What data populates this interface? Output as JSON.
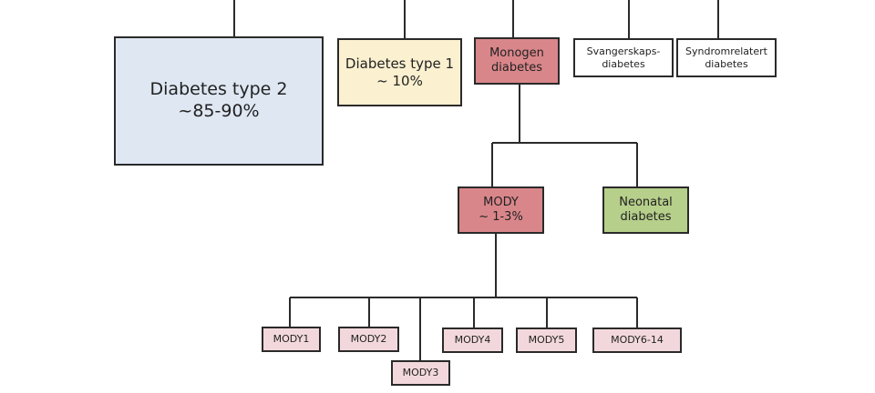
{
  "nodes": {
    "type2": {
      "line1": "Diabetes type 2",
      "line2": "~85-90%"
    },
    "type1": {
      "line1": "Diabetes type 1",
      "line2": "~ 10%"
    },
    "monogen": {
      "line1": "Monogen",
      "line2": "diabetes"
    },
    "svangerskap": {
      "line1": "Svangerskaps-",
      "line2": "diabetes"
    },
    "syndrom": {
      "line1": "Syndromrelatert",
      "line2": "diabetes"
    },
    "mody": {
      "line1": "MODY",
      "line2": "~ 1-3%"
    },
    "neonatal": {
      "line1": "Neonatal",
      "line2": "diabetes"
    },
    "subtypes": [
      "MODY1",
      "MODY2",
      "MODY3",
      "MODY4",
      "MODY5",
      "MODY6-14"
    ]
  },
  "colors": {
    "type2": "#dee7f2",
    "type1": "#fbf0cf",
    "monogen": "#d9868a",
    "mody": "#d9868a",
    "neonatal": "#b6cf8a",
    "subtypes": "#f2d8dc"
  }
}
